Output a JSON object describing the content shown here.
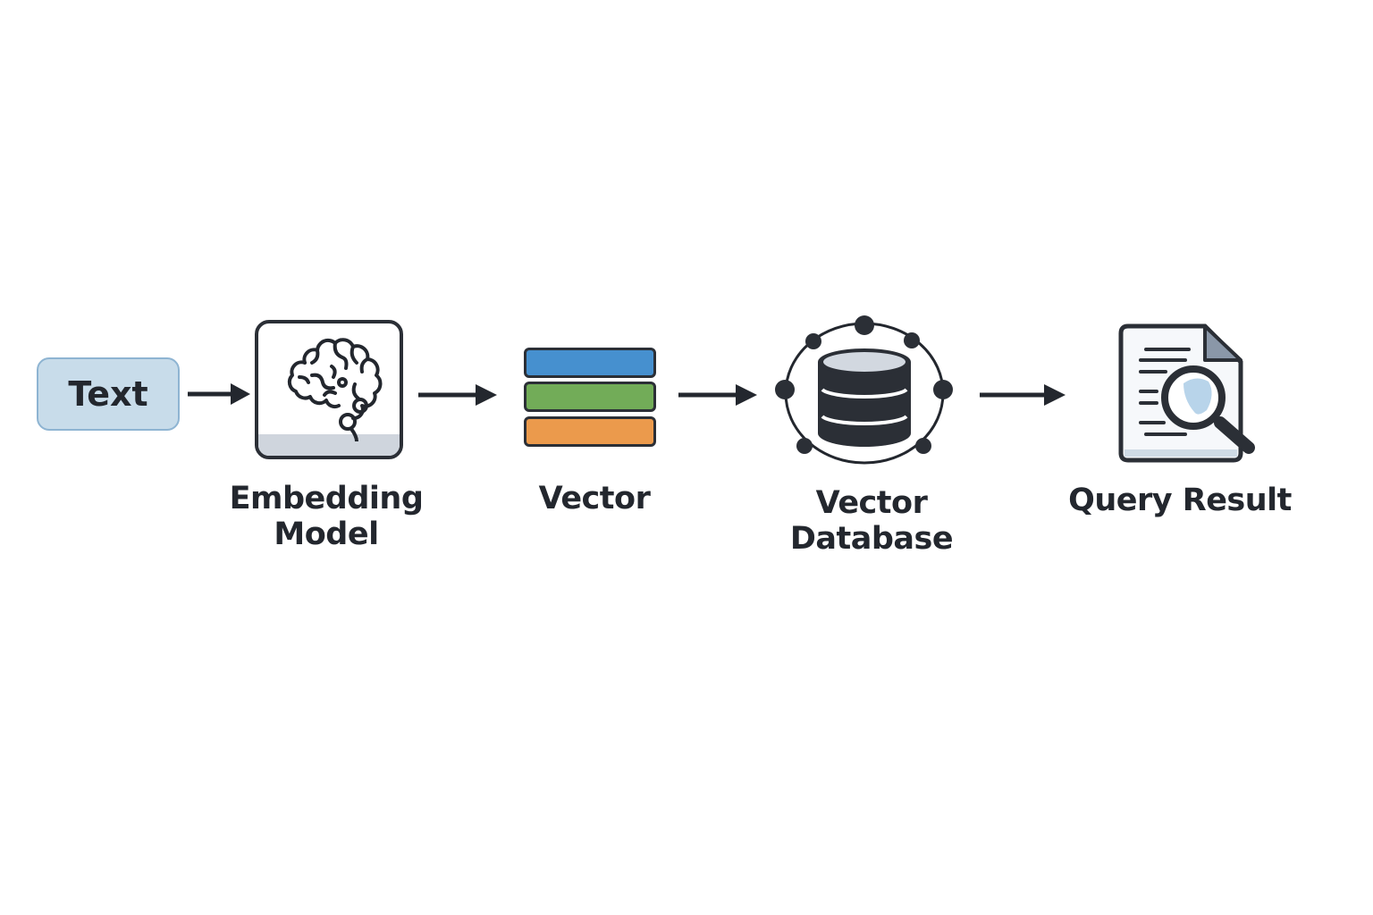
{
  "diagram": {
    "title": "Text embedding and vector search pipeline",
    "nodes": [
      {
        "id": "text",
        "label": "Text",
        "icon": "text-box"
      },
      {
        "id": "embedding-model",
        "label_lines": [
          "Embedding",
          "Model"
        ],
        "icon": "brain-icon"
      },
      {
        "id": "vector",
        "label": "Vector",
        "icon": "vector-bars-icon"
      },
      {
        "id": "vector-database",
        "label": "Vector Database",
        "icon": "database-network-icon"
      },
      {
        "id": "query-result",
        "label": "Query Result",
        "icon": "document-search-icon"
      }
    ],
    "edges": [
      {
        "from": "text",
        "to": "embedding-model"
      },
      {
        "from": "embedding-model",
        "to": "vector"
      },
      {
        "from": "vector",
        "to": "vector-database"
      },
      {
        "from": "vector-database",
        "to": "query-result"
      }
    ],
    "colors": {
      "text_box_fill": "#c8dcea",
      "text_box_border": "#8eb4d2",
      "ink": "#23272e",
      "vector_blue": "#4690cf",
      "vector_green": "#72ac58",
      "vector_orange": "#eb9a4c",
      "accent_light_blue": "#b8d4ea",
      "band_gray": "#cfd5dd"
    }
  }
}
